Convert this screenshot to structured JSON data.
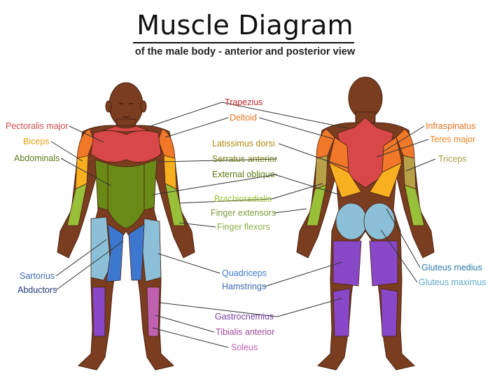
{
  "title": "Muscle Diagram",
  "subtitle": "of the male body - anterior and posterior view",
  "colors": {
    "skin": "#7a3d1f",
    "skin_outline": "#4a2210",
    "red": "#d84848",
    "orange": "#f07828",
    "yellow": "#f8b020",
    "olive": "#6a8a18",
    "lightgreen": "#98c038",
    "khaki": "#b8a048",
    "lightblue": "#8cc0d8",
    "blue": "#3c78d0",
    "purple": "#8848c8",
    "pink": "#c060b0"
  },
  "labels": {
    "trapezius": "Trapezius",
    "deltoid": "Deltoid",
    "latissimus": "Latissimus dorsi",
    "serratus": "Serratus anterior",
    "external_oblique": "External oblique",
    "brachioradialis": "Brachioradialis",
    "finger_extensors": "Finger extensors",
    "finger_flexors": "Finger flexors",
    "quadriceps": "Quadriceps",
    "hamstrings": "Hamstrings",
    "gastrocnemius": "Gastrocnemius",
    "tibialis": "Tibialis anterior",
    "soleus": "Soleus",
    "pectoralis": "Pectoralis major",
    "biceps": "Biceps",
    "abdominals": "Abdominals",
    "sartorius": "Sartorius",
    "abductors": "Abductors",
    "infraspinatus": "Infraspinatus",
    "teres_major": "Teres major",
    "triceps": "Triceps",
    "gluteus_medius": "Gluteus medius",
    "gluteus_maximus": "Gluteus maximus"
  }
}
